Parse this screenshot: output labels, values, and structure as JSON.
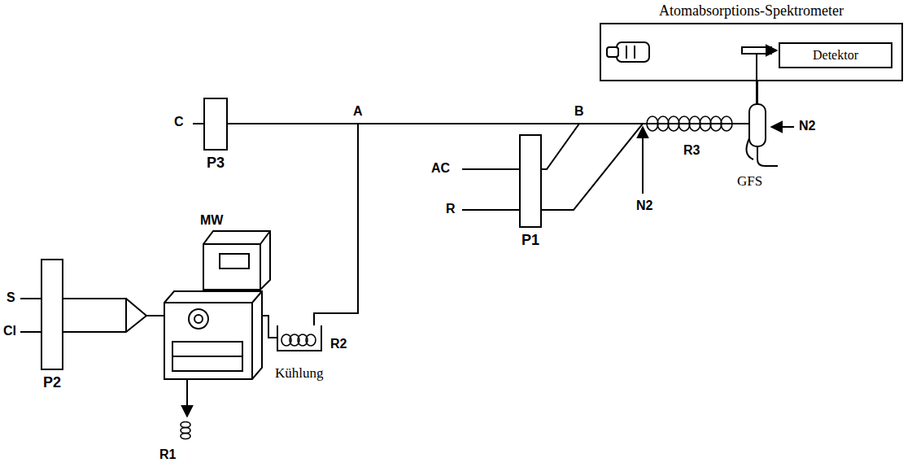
{
  "diagram": {
    "nodes": [
      {
        "text": [
          "Atomabsorptions-Spektrometer"
        ]
      },
      {
        "text": [
          "Detektor"
        ],
        "in": 0
      },
      {
        "text": [
          "P3"
        ]
      },
      {
        "text": [
          "P1"
        ]
      },
      {
        "text": [
          "P2"
        ]
      },
      {
        "text": [
          "R2",
          "Kühlung"
        ]
      }
    ],
    "edges": [
      {
        "from": 2,
        "to": 0,
        "arrow": "none"
      },
      {
        "from": 3,
        "to": 0,
        "arrow": "none"
      },
      {
        "from": 3,
        "to": 0,
        "arrow": "none"
      },
      {
        "from": 5,
        "to": 0,
        "arrow": "none"
      },
      {
        "from": 4,
        "to": 5,
        "arrow": "none"
      }
    ],
    "labels": [
      "C",
      "A",
      "B",
      "AC",
      "R",
      "N2",
      "R3",
      "GFS",
      "N2",
      "S",
      "Cl",
      "MW",
      "R1"
    ]
  }
}
